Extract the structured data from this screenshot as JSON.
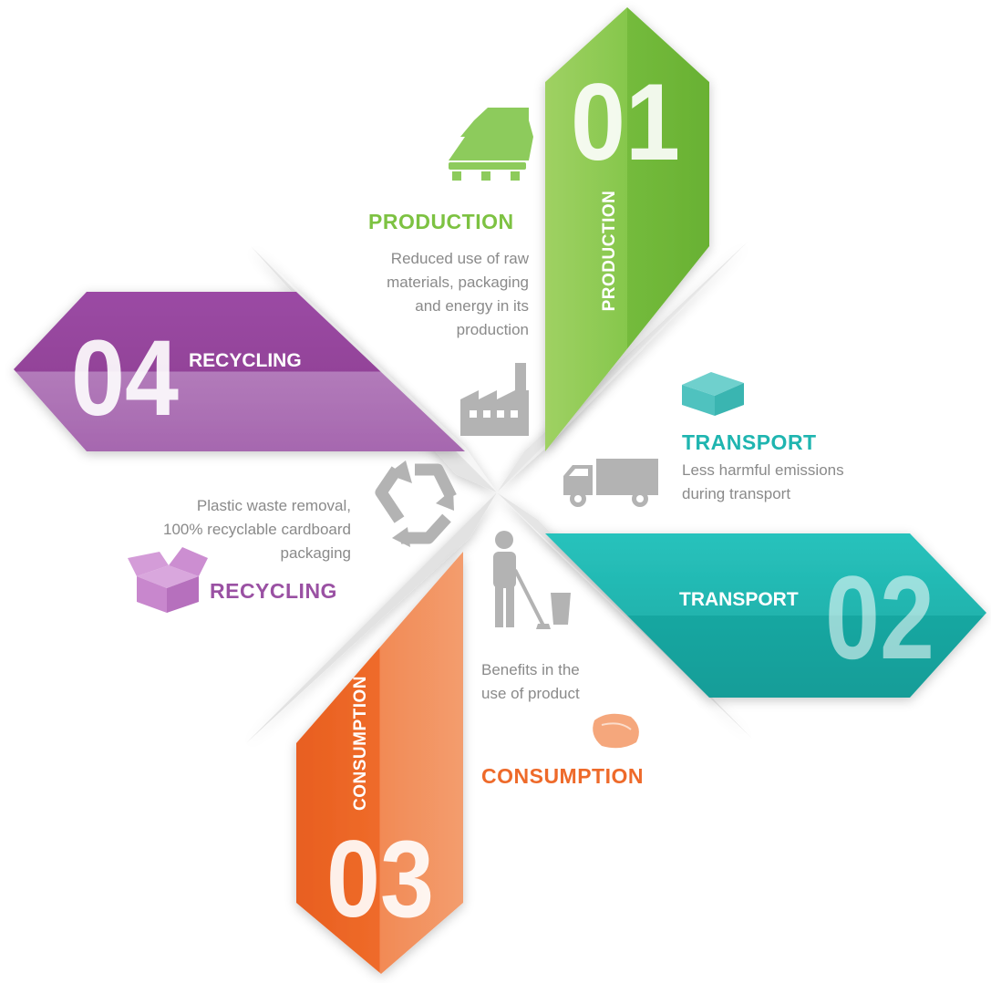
{
  "stages": [
    {
      "key": "production",
      "number": "01",
      "band_label": "PRODUCTION",
      "title": "PRODUCTION",
      "description_lines": [
        "Reduced use of raw",
        "materials, packaging",
        "and energy in its",
        "production"
      ],
      "color": "#7dc242",
      "icons": [
        "pallet-bags-icon",
        "factory-icon"
      ]
    },
    {
      "key": "transport",
      "number": "02",
      "band_label": "TRANSPORT",
      "title": "TRANSPORT",
      "description_lines": [
        "Less harmful emissions",
        "during transport"
      ],
      "color": "#1fb5b0",
      "icons": [
        "box-icon",
        "truck-icon"
      ]
    },
    {
      "key": "consumption",
      "number": "03",
      "band_label": "CONSUMPTION",
      "title": "CONSUMPTION",
      "description_lines": [
        "Benefits in the",
        "use of product"
      ],
      "color": "#ee6a2a",
      "icons": [
        "cleaner-person-icon",
        "bag-icon"
      ]
    },
    {
      "key": "recycling",
      "number": "04",
      "band_label": "RECYCLING",
      "title": "RECYCLING",
      "description_lines": [
        "Plastic waste removal,",
        "100% recyclable cardboard",
        "packaging"
      ],
      "color": "#9a51a3",
      "icons": [
        "recycle-icon",
        "open-box-icon"
      ]
    }
  ],
  "colors": {
    "icon_gray": "#b3b3b3",
    "text_gray": "#8a8a8a",
    "fold_light": "#f2f2f2",
    "fold_mid": "#e3e3e3"
  }
}
